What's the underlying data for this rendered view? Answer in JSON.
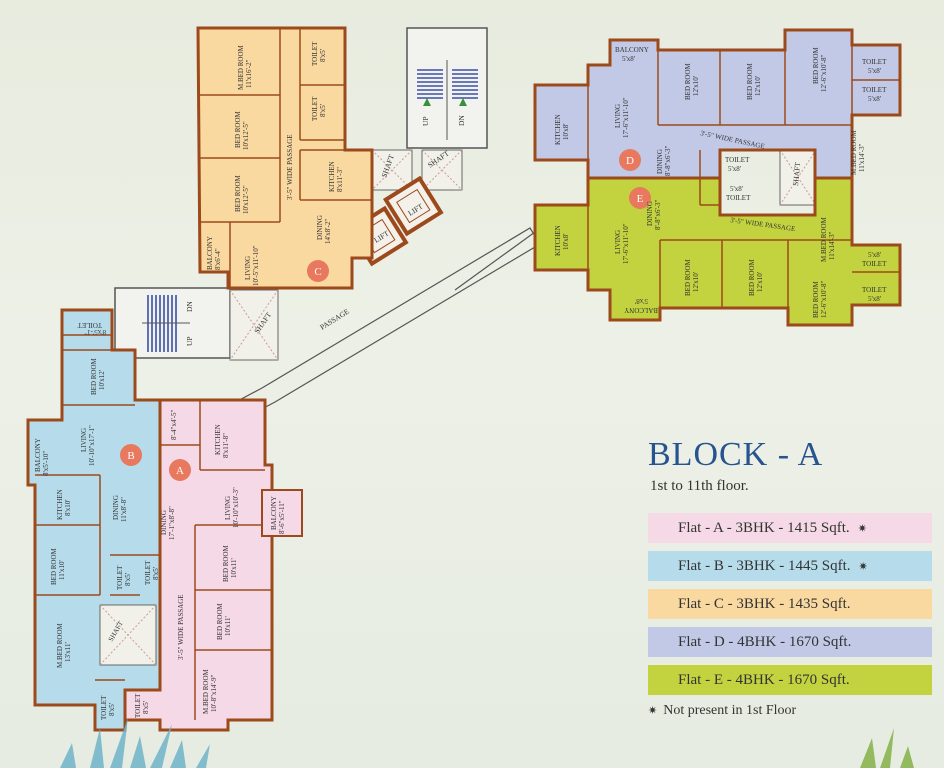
{
  "legend": {
    "title": "BLOCK - A",
    "subtitle": "1st to 11th floor.",
    "items": [
      {
        "label": "Flat - A - 3BHK - 1415 Sqft.",
        "mark": "✷",
        "color": "#f6d9e6"
      },
      {
        "label": "Flat - B - 3BHK - 1445 Sqft.",
        "mark": "✷",
        "color": "#b6dcec"
      },
      {
        "label": "Flat - C - 3BHK - 1435 Sqft.",
        "mark": "",
        "color": "#fad9a1"
      },
      {
        "label": "Flat - D - 4BHK - 1670 Sqft.",
        "mark": "",
        "color": "#c1c9e6"
      },
      {
        "label": "Flat - E - 4BHK - 1670 Sqft.",
        "mark": "",
        "color": "#c2d33f"
      }
    ],
    "note_mark": "✷",
    "note": "Not present in 1st Floor"
  },
  "flats": {
    "A": {
      "letter": "A",
      "rooms": [
        {
          "name": "KITCHEN",
          "dim": "8'x11'-8\""
        },
        {
          "name": "8'-4\"x4'-5\"",
          "dim": ""
        },
        {
          "name": "DINING",
          "dim": "17'-1\"x8'-8\""
        },
        {
          "name": "LIVING",
          "dim": "10'-10\"x10'-3\""
        },
        {
          "name": "BALCONY",
          "dim": "8'-6\"x5'-11\""
        },
        {
          "name": "BED ROOM",
          "dim": "10'x11'"
        },
        {
          "name": "BED ROOM",
          "dim": "10'x11'"
        },
        {
          "name": "M.BED ROOM",
          "dim": "10'-8\"x14'-9\""
        },
        {
          "name": "TOILET",
          "dim": "8'x5'"
        },
        {
          "name": "TOILET",
          "dim": "8'x5'"
        },
        {
          "name": "3'-5\" WIDE PASSAGE",
          "dim": ""
        }
      ]
    },
    "B": {
      "letter": "B",
      "rooms": [
        {
          "name": "TOILET",
          "dim": "8'x5'-1\""
        },
        {
          "name": "BED ROOM",
          "dim": "10'x12'"
        },
        {
          "name": "BALCONY",
          "dim": "8'x5'-10\""
        },
        {
          "name": "LIVING",
          "dim": "10'-10\"x17'-1\""
        },
        {
          "name": "KITCHEN",
          "dim": "8'x10'"
        },
        {
          "name": "DINING",
          "dim": "11'x8'-8\""
        },
        {
          "name": "BED ROOM",
          "dim": "11'x10'"
        },
        {
          "name": "TOILET",
          "dim": "8'x5'"
        },
        {
          "name": "M.BED ROOM",
          "dim": "13'x11'"
        },
        {
          "name": "TOILET",
          "dim": "8'x5'"
        },
        {
          "name": "SHAFT",
          "dim": ""
        }
      ]
    },
    "C": {
      "letter": "C",
      "rooms": [
        {
          "name": "M.BED ROOM",
          "dim": "11'x16'-2\""
        },
        {
          "name": "TOILET",
          "dim": "8'x5'"
        },
        {
          "name": "TOILET",
          "dim": "8'x5'"
        },
        {
          "name": "BED ROOM",
          "dim": "10'x12'-5\""
        },
        {
          "name": "BED ROOM",
          "dim": "10'x12'-5\""
        },
        {
          "name": "3'-5\" WIDE PASSAGE",
          "dim": ""
        },
        {
          "name": "KITCHEN",
          "dim": "8'x11'-3\""
        },
        {
          "name": "DINING",
          "dim": "14'x8'-2\""
        },
        {
          "name": "BALCONY",
          "dim": "8'x6'-4\""
        },
        {
          "name": "LIVING",
          "dim": "10'-5\"x11'-10\""
        }
      ]
    },
    "D": {
      "letter": "D",
      "rooms": [
        {
          "name": "BALCONY",
          "dim": "5'x8'"
        },
        {
          "name": "KITCHEN",
          "dim": "10'x8'"
        },
        {
          "name": "LIVING",
          "dim": "17'-6\"x11'-10\""
        },
        {
          "name": "BED ROOM",
          "dim": "12'x10'"
        },
        {
          "name": "BED ROOM",
          "dim": "12'x10'"
        },
        {
          "name": "BED ROOM",
          "dim": "12'-6\"x10'-8\""
        },
        {
          "name": "TOILET",
          "dim": "5'x8'"
        },
        {
          "name": "TOILET",
          "dim": "5'x8'"
        },
        {
          "name": "3'-5\" WIDE PASSAGE",
          "dim": ""
        },
        {
          "name": "DINING",
          "dim": "8'-8\"x6'-3\""
        },
        {
          "name": "TOILET",
          "dim": "5'x8'"
        },
        {
          "name": "M.BED ROOM",
          "dim": "11'x14'-3\""
        }
      ]
    },
    "E": {
      "letter": "E",
      "rooms": [
        {
          "name": "KITCHEN",
          "dim": "10'x8'"
        },
        {
          "name": "LIVING",
          "dim": "17'-6\"x11'-10\""
        },
        {
          "name": "DINING",
          "dim": "8'-8\"x6'-3\""
        },
        {
          "name": "TOILET",
          "dim": "5'x8'"
        },
        {
          "name": "3'-5\" WIDE PASSAGE",
          "dim": ""
        },
        {
          "name": "M.BED ROOM",
          "dim": "11'x14'-3\""
        },
        {
          "name": "BED ROOM",
          "dim": "12'x10'"
        },
        {
          "name": "BED ROOM",
          "dim": "12'x10'"
        },
        {
          "name": "BED ROOM",
          "dim": "12'-6\"x10'-8\""
        },
        {
          "name": "TOILET",
          "dim": "5'x8'"
        },
        {
          "name": "TOILET",
          "dim": "5'x8'"
        },
        {
          "name": "BALCONY",
          "dim": "5'x8'"
        }
      ]
    }
  },
  "common": {
    "lift1": "LIFT",
    "lift2": "LIFT",
    "shaft1": "SHAFT",
    "shaft2": "SHAFT",
    "shaft3": "SHAFT",
    "shaft4": "SHAFT",
    "passage": "PASSAGE",
    "up1": "UP",
    "dn1": "DN",
    "up2": "UP",
    "dn2": "DN"
  }
}
